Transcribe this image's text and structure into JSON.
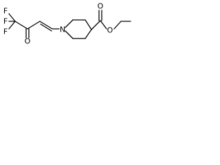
{
  "molecule": {
    "atoms": {
      "fluorine_top_left": "F",
      "fluorine_middle": "F",
      "fluorine_bottom": "F",
      "carbonyl_oxygen_ketone": "O",
      "ring_nitrogen": "N",
      "carbonyl_oxygen_ester": "O",
      "ester_oxygen": "O"
    },
    "colors": {
      "bond": "#000000",
      "label": "#000000",
      "background": "#ffffff"
    }
  }
}
